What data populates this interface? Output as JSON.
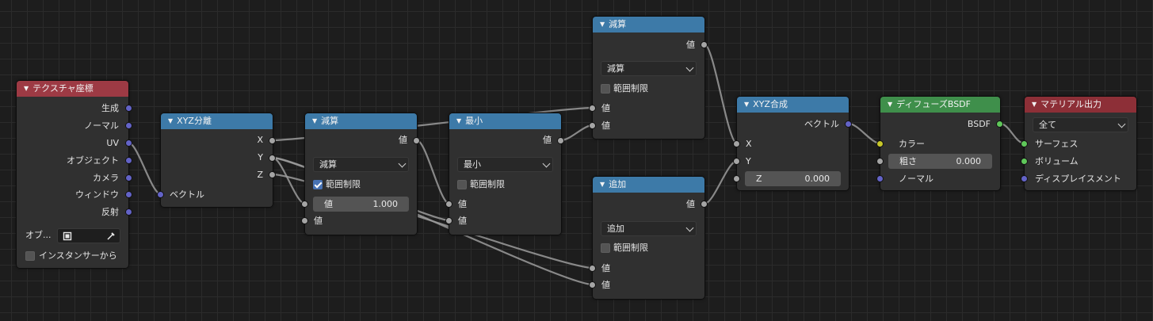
{
  "colors": {
    "background": "#1d1d1d",
    "node_body": "#303030",
    "header_texture": "#9d3a44",
    "header_vector": "#3d7aa8",
    "header_shader": "#3f8f4b",
    "header_output": "#8d2f37",
    "socket_vector": "#6363c7",
    "socket_float": "#a5a5a5",
    "socket_color": "#c7c729",
    "socket_shader": "#5fc75a",
    "wire": "#9b9b9b"
  },
  "nodes": {
    "texcoord": {
      "title": "テクスチャ座標",
      "outputs": [
        "生成",
        "ノーマル",
        "UV",
        "オブジェクト",
        "カメラ",
        "ウィンドウ",
        "反射"
      ],
      "object_label": "オブ...",
      "instancer_label": "インスタンサーから"
    },
    "separate": {
      "title": "XYZ分離",
      "outputs": [
        "X",
        "Y",
        "Z"
      ],
      "input": "ベクトル"
    },
    "sub1": {
      "title": "減算",
      "output": "値",
      "operation": "減算",
      "clamp_label": "範囲制限",
      "clamp": true,
      "input1": "値",
      "value_label": "値",
      "value": "1.000",
      "input2": "値"
    },
    "min": {
      "title": "最小",
      "output": "値",
      "operation": "最小",
      "clamp_label": "範囲制限",
      "clamp": false,
      "input1": "値",
      "input2": "値"
    },
    "sub2": {
      "title": "減算",
      "output": "値",
      "operation": "減算",
      "clamp_label": "範囲制限",
      "clamp": false,
      "input1": "値",
      "input2": "値"
    },
    "add": {
      "title": "追加",
      "output": "値",
      "operation": "追加",
      "clamp_label": "範囲制限",
      "clamp": false,
      "input1": "値",
      "input2": "値"
    },
    "combine": {
      "title": "XYZ合成",
      "output": "ベクトル",
      "input_x": "X",
      "input_y": "Y",
      "z_label": "Z",
      "z_value": "0.000"
    },
    "diffuse": {
      "title": "ディフューズBSDF",
      "output": "BSDF",
      "input_color": "カラー",
      "roughness_label": "粗さ",
      "roughness_value": "0.000",
      "input_normal": "ノーマル"
    },
    "output": {
      "title": "マテリアル出力",
      "target": "全て",
      "inputs": [
        "サーフェス",
        "ボリューム",
        "ディスプレイスメント"
      ]
    }
  }
}
